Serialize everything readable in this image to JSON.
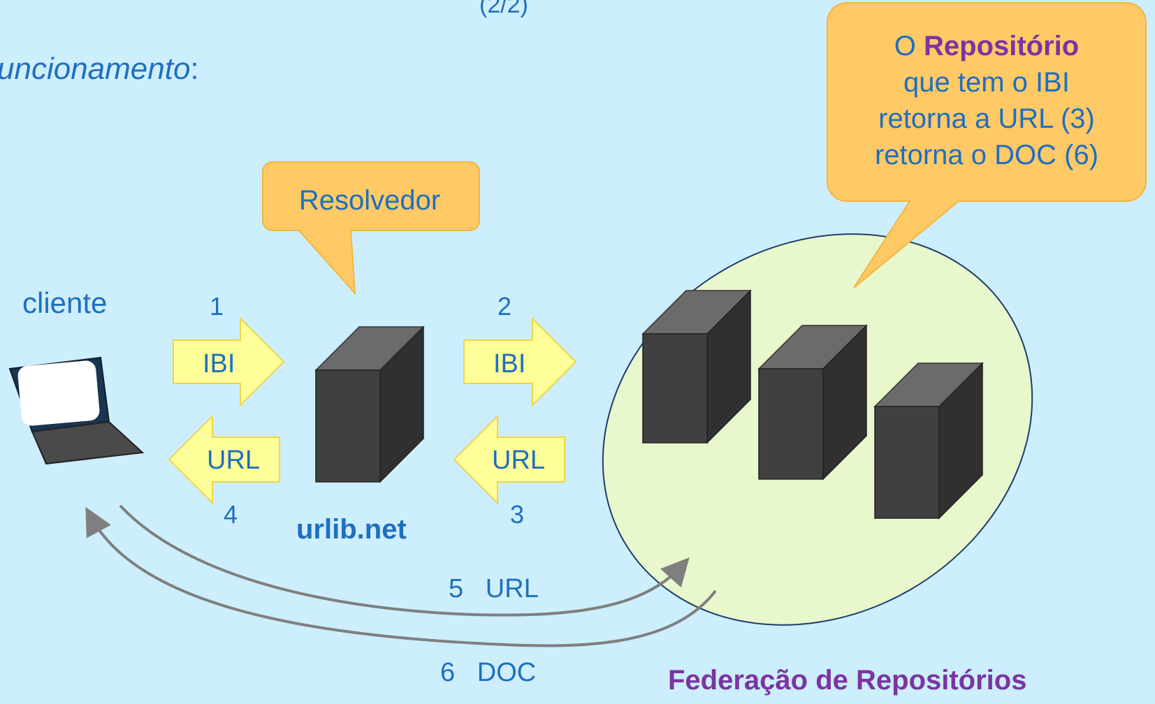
{
  "page_number": "(2/2)",
  "heading": {
    "text": "uncionamento",
    "colon": ":"
  },
  "client_label": "cliente",
  "resolver_bubble": "Resolvedor",
  "repo_bubble": {
    "prefix": "O ",
    "highlight": "Repositório",
    "line2": "que tem o IBI",
    "line3": "retorna a URL (3)",
    "line4": "retorna o DOC (6)"
  },
  "steps": {
    "s1": "1",
    "s2": "2",
    "s3": "3",
    "s4": "4"
  },
  "arrows": {
    "ibi_left": "IBI",
    "ibi_right": "IBI",
    "url_left": "URL",
    "url_right": "URL"
  },
  "resolver_host": "urlib.net",
  "flow5": "5   URL",
  "flow6": "6   DOC",
  "federation_label": "Federação de Repositórios",
  "colors": {
    "background": "#cdeefc",
    "text_blue": "#1f6fc0",
    "purple": "#7a35a2",
    "callout": "#ffc966",
    "arrow_fill": "#ffff99",
    "ellipse": "#e8f7cc"
  }
}
